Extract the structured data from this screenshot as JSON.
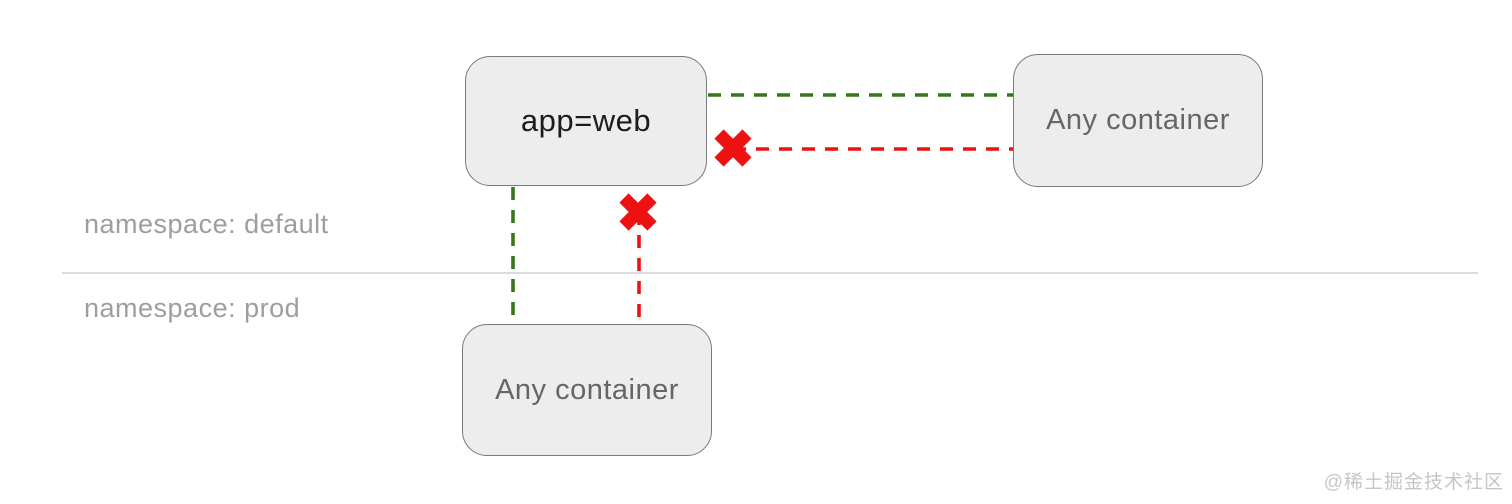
{
  "page": {
    "watermark": "@稀土掘金技术社区"
  },
  "diagram": {
    "namespaces": [
      {
        "id": "default",
        "label": "namespace: default"
      },
      {
        "id": "prod",
        "label": "namespace: prod"
      }
    ],
    "nodes": [
      {
        "id": "app-web",
        "label": "app=web",
        "namespace": "default"
      },
      {
        "id": "any-container-default",
        "label": "Any container",
        "namespace": "default"
      },
      {
        "id": "any-container-prod",
        "label": "Any container",
        "namespace": "prod"
      }
    ],
    "edges": [
      {
        "from": "app-web",
        "to": "any-container-default",
        "status": "allowed",
        "style": "green-dashed",
        "orientation": "horizontal"
      },
      {
        "from": "any-container-default",
        "to": "app-web",
        "status": "blocked",
        "style": "red-dashed-with-x",
        "orientation": "horizontal"
      },
      {
        "from": "app-web",
        "to": "any-container-prod",
        "status": "allowed",
        "style": "green-dashed",
        "orientation": "vertical"
      },
      {
        "from": "any-container-prod",
        "to": "app-web",
        "status": "blocked",
        "style": "red-dashed-with-x",
        "orientation": "vertical"
      }
    ],
    "icons": {
      "blocked_cross": "✖"
    },
    "colors": {
      "allowed_edge": "#38761d",
      "blocked_edge": "#ee1111",
      "node_fill": "#ededed",
      "node_border": "#7a7a7a",
      "node_text_primary": "#1c1c1c",
      "node_text_secondary": "#666666",
      "namespace_label_text": "#9e9e9e",
      "divider": "#dcdcdc",
      "watermark_text": "#c6c6c6"
    }
  }
}
